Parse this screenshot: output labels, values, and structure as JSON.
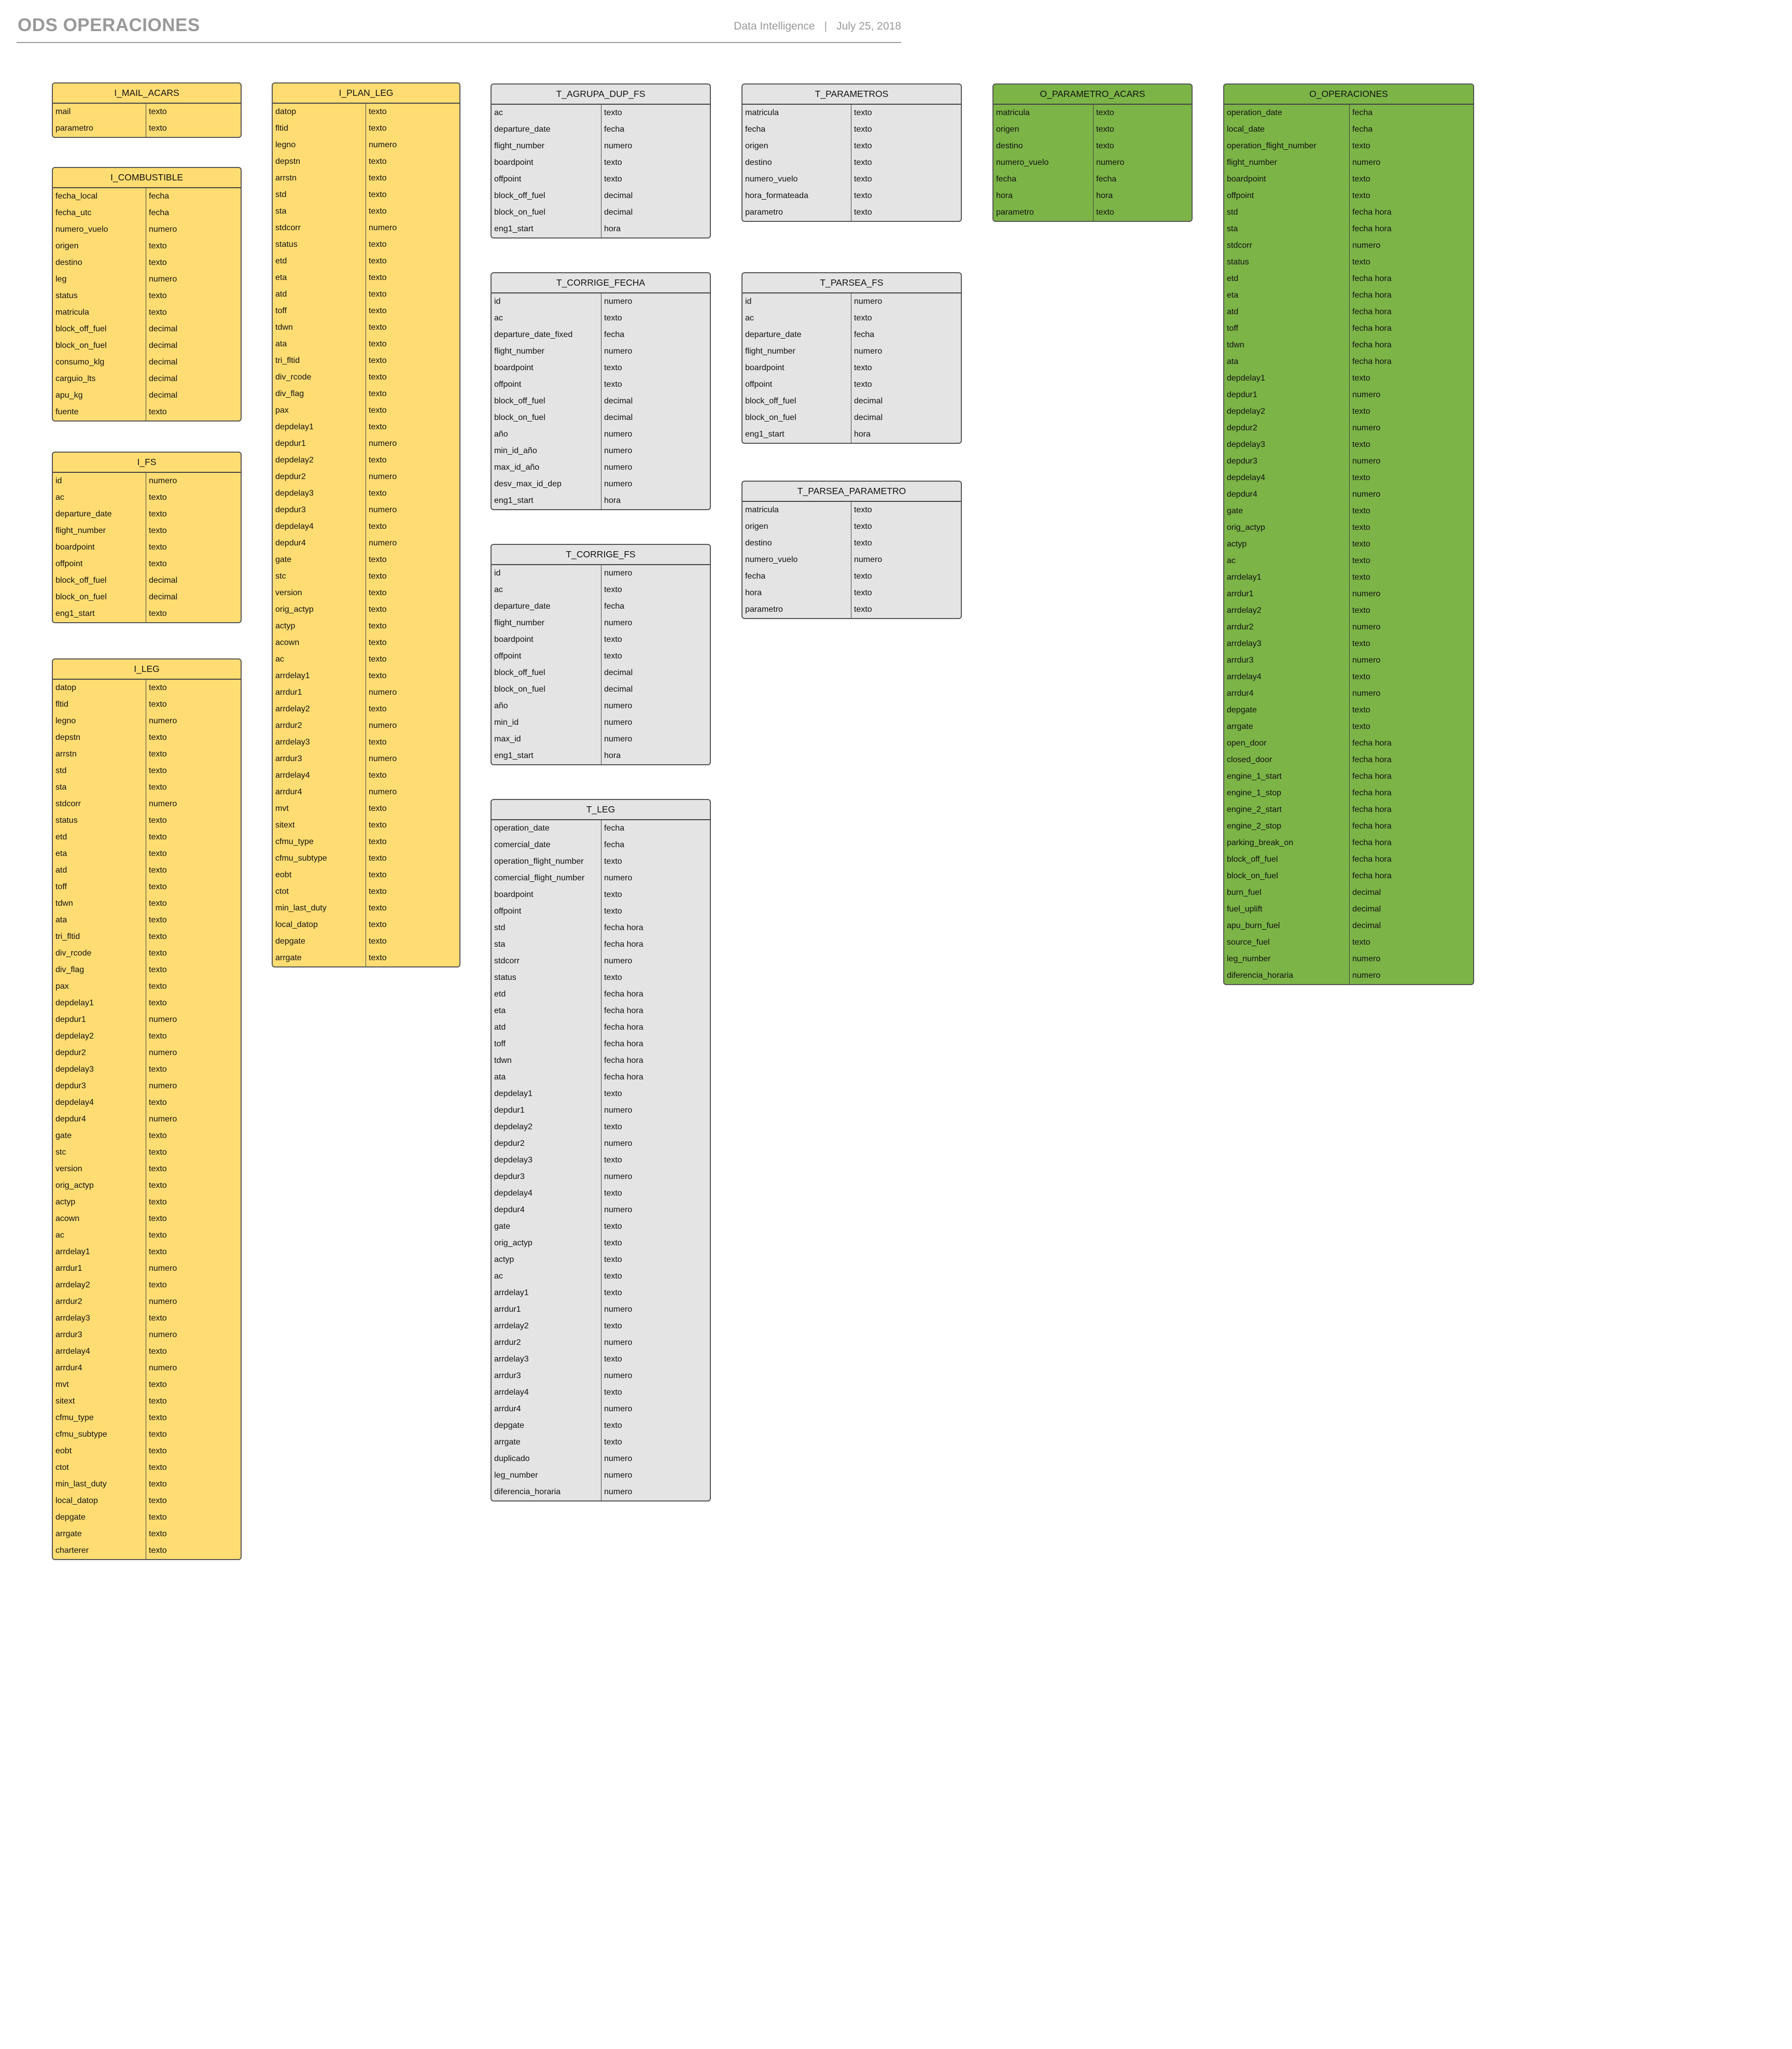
{
  "header": {
    "title": "ODS OPERACIONES",
    "author": "Data Intelligence",
    "date": "July 25, 2018"
  },
  "tables": {
    "I_MAIL_ACARS": {
      "title": "I_MAIL_ACARS",
      "rows": [
        [
          "mail",
          "texto"
        ],
        [
          "parametro",
          "texto"
        ]
      ]
    },
    "I_COMBUSTIBLE": {
      "title": "I_COMBUSTIBLE",
      "rows": [
        [
          "fecha_local",
          "fecha"
        ],
        [
          "fecha_utc",
          "fecha"
        ],
        [
          "numero_vuelo",
          "numero"
        ],
        [
          "origen",
          "texto"
        ],
        [
          "destino",
          "texto"
        ],
        [
          "leg",
          "numero"
        ],
        [
          "status",
          "texto"
        ],
        [
          "matricula",
          "texto"
        ],
        [
          "block_off_fuel",
          "decimal"
        ],
        [
          "block_on_fuel",
          "decimal"
        ],
        [
          "consumo_klg",
          "decimal"
        ],
        [
          "carguio_lts",
          "decimal"
        ],
        [
          "apu_kg",
          "decimal"
        ],
        [
          "fuente",
          "texto"
        ]
      ]
    },
    "I_FS": {
      "title": "I_FS",
      "rows": [
        [
          "id",
          "numero"
        ],
        [
          "ac",
          "texto"
        ],
        [
          "departure_date",
          "texto"
        ],
        [
          "flight_number",
          "texto"
        ],
        [
          "boardpoint",
          "texto"
        ],
        [
          "offpoint",
          "texto"
        ],
        [
          "block_off_fuel",
          "decimal"
        ],
        [
          "block_on_fuel",
          "decimal"
        ],
        [
          "eng1_start",
          "texto"
        ]
      ]
    },
    "I_LEG": {
      "title": "I_LEG",
      "rows": [
        [
          "datop",
          "texto"
        ],
        [
          "fltid",
          "texto"
        ],
        [
          "legno",
          "numero"
        ],
        [
          "depstn",
          "texto"
        ],
        [
          "arrstn",
          "texto"
        ],
        [
          "std",
          "texto"
        ],
        [
          "sta",
          "texto"
        ],
        [
          "stdcorr",
          "numero"
        ],
        [
          "status",
          "texto"
        ],
        [
          "etd",
          "texto"
        ],
        [
          "eta",
          "texto"
        ],
        [
          "atd",
          "texto"
        ],
        [
          "toff",
          "texto"
        ],
        [
          "tdwn",
          "texto"
        ],
        [
          "ata",
          "texto"
        ],
        [
          "tri_fltid",
          "texto"
        ],
        [
          "div_rcode",
          "texto"
        ],
        [
          "div_flag",
          "texto"
        ],
        [
          "pax",
          "texto"
        ],
        [
          "depdelay1",
          "texto"
        ],
        [
          "depdur1",
          "numero"
        ],
        [
          "depdelay2",
          "texto"
        ],
        [
          "depdur2",
          "numero"
        ],
        [
          "depdelay3",
          "texto"
        ],
        [
          "depdur3",
          "numero"
        ],
        [
          "depdelay4",
          "texto"
        ],
        [
          "depdur4",
          "numero"
        ],
        [
          "gate",
          "texto"
        ],
        [
          "stc",
          "texto"
        ],
        [
          "version",
          "texto"
        ],
        [
          "orig_actyp",
          "texto"
        ],
        [
          "actyp",
          "texto"
        ],
        [
          "acown",
          "texto"
        ],
        [
          "ac",
          "texto"
        ],
        [
          "arrdelay1",
          "texto"
        ],
        [
          "arrdur1",
          "numero"
        ],
        [
          "arrdelay2",
          "texto"
        ],
        [
          "arrdur2",
          "numero"
        ],
        [
          "arrdelay3",
          "texto"
        ],
        [
          "arrdur3",
          "numero"
        ],
        [
          "arrdelay4",
          "texto"
        ],
        [
          "arrdur4",
          "numero"
        ],
        [
          "mvt",
          "texto"
        ],
        [
          "sitext",
          "texto"
        ],
        [
          "cfmu_type",
          "texto"
        ],
        [
          "cfmu_subtype",
          "texto"
        ],
        [
          "eobt",
          "texto"
        ],
        [
          "ctot",
          "texto"
        ],
        [
          "min_last_duty",
          "texto"
        ],
        [
          "local_datop",
          "texto"
        ],
        [
          "depgate",
          "texto"
        ],
        [
          "arrgate",
          "texto"
        ],
        [
          "charterer",
          "texto"
        ]
      ]
    },
    "I_PLAN_LEG": {
      "title": "I_PLAN_LEG",
      "rows": [
        [
          "datop",
          "texto"
        ],
        [
          "fltid",
          "texto"
        ],
        [
          "legno",
          "numero"
        ],
        [
          "depstn",
          "texto"
        ],
        [
          "arrstn",
          "texto"
        ],
        [
          "std",
          "texto"
        ],
        [
          "sta",
          "texto"
        ],
        [
          "stdcorr",
          "numero"
        ],
        [
          "status",
          "texto"
        ],
        [
          "etd",
          "texto"
        ],
        [
          "eta",
          "texto"
        ],
        [
          "atd",
          "texto"
        ],
        [
          "toff",
          "texto"
        ],
        [
          "tdwn",
          "texto"
        ],
        [
          "ata",
          "texto"
        ],
        [
          "tri_fltid",
          "texto"
        ],
        [
          "div_rcode",
          "texto"
        ],
        [
          "div_flag",
          "texto"
        ],
        [
          "pax",
          "texto"
        ],
        [
          "depdelay1",
          "texto"
        ],
        [
          "depdur1",
          "numero"
        ],
        [
          "depdelay2",
          "texto"
        ],
        [
          "depdur2",
          "numero"
        ],
        [
          "depdelay3",
          "texto"
        ],
        [
          "depdur3",
          "numero"
        ],
        [
          "depdelay4",
          "texto"
        ],
        [
          "depdur4",
          "numero"
        ],
        [
          "gate",
          "texto"
        ],
        [
          "stc",
          "texto"
        ],
        [
          "version",
          "texto"
        ],
        [
          "orig_actyp",
          "texto"
        ],
        [
          "actyp",
          "texto"
        ],
        [
          "acown",
          "texto"
        ],
        [
          "ac",
          "texto"
        ],
        [
          "arrdelay1",
          "texto"
        ],
        [
          "arrdur1",
          "numero"
        ],
        [
          "arrdelay2",
          "texto"
        ],
        [
          "arrdur2",
          "numero"
        ],
        [
          "arrdelay3",
          "texto"
        ],
        [
          "arrdur3",
          "numero"
        ],
        [
          "arrdelay4",
          "texto"
        ],
        [
          "arrdur4",
          "numero"
        ],
        [
          "mvt",
          "texto"
        ],
        [
          "sitext",
          "texto"
        ],
        [
          "cfmu_type",
          "texto"
        ],
        [
          "cfmu_subtype",
          "texto"
        ],
        [
          "eobt",
          "texto"
        ],
        [
          "ctot",
          "texto"
        ],
        [
          "min_last_duty",
          "texto"
        ],
        [
          "local_datop",
          "texto"
        ],
        [
          "depgate",
          "texto"
        ],
        [
          "arrgate",
          "texto"
        ]
      ]
    },
    "T_AGRUPA_DUP_FS": {
      "title": "T_AGRUPA_DUP_FS",
      "rows": [
        [
          "ac",
          "texto"
        ],
        [
          "departure_date",
          "fecha"
        ],
        [
          "flight_number",
          "numero"
        ],
        [
          "boardpoint",
          "texto"
        ],
        [
          "offpoint",
          "texto"
        ],
        [
          "block_off_fuel",
          "decimal"
        ],
        [
          "block_on_fuel",
          "decimal"
        ],
        [
          "eng1_start",
          "hora"
        ]
      ]
    },
    "T_CORRIGE_FECHA": {
      "title": "T_CORRIGE_FECHA",
      "rows": [
        [
          "id",
          "numero"
        ],
        [
          "ac",
          "texto"
        ],
        [
          "departure_date_fixed",
          "fecha"
        ],
        [
          "flight_number",
          "numero"
        ],
        [
          "boardpoint",
          "texto"
        ],
        [
          "offpoint",
          "texto"
        ],
        [
          "block_off_fuel",
          "decimal"
        ],
        [
          "block_on_fuel",
          "decimal"
        ],
        [
          "año",
          "numero"
        ],
        [
          "min_id_año",
          "numero"
        ],
        [
          "max_id_año",
          "numero"
        ],
        [
          "desv_max_id_dep",
          "numero"
        ],
        [
          "eng1_start",
          "hora"
        ]
      ]
    },
    "T_CORRIGE_FS": {
      "title": "T_CORRIGE_FS",
      "rows": [
        [
          "id",
          "numero"
        ],
        [
          "ac",
          "texto"
        ],
        [
          "departure_date",
          "fecha"
        ],
        [
          "flight_number",
          "numero"
        ],
        [
          "boardpoint",
          "texto"
        ],
        [
          "offpoint",
          "texto"
        ],
        [
          "block_off_fuel",
          "decimal"
        ],
        [
          "block_on_fuel",
          "decimal"
        ],
        [
          "año",
          "numero"
        ],
        [
          "min_id",
          "numero"
        ],
        [
          "max_id",
          "numero"
        ],
        [
          "eng1_start",
          "hora"
        ]
      ]
    },
    "T_LEG": {
      "title": "T_LEG",
      "rows": [
        [
          "operation_date",
          "fecha"
        ],
        [
          "comercial_date",
          "fecha"
        ],
        [
          "operation_flight_number",
          "texto"
        ],
        [
          "comercial_flight_number",
          "numero"
        ],
        [
          "boardpoint",
          "texto"
        ],
        [
          "offpoint",
          "texto"
        ],
        [
          "std",
          "fecha hora"
        ],
        [
          "sta",
          "fecha hora"
        ],
        [
          "stdcorr",
          "numero"
        ],
        [
          "status",
          "texto"
        ],
        [
          "etd",
          "fecha hora"
        ],
        [
          "eta",
          "fecha hora"
        ],
        [
          "atd",
          "fecha hora"
        ],
        [
          "toff",
          "fecha hora"
        ],
        [
          "tdwn",
          "fecha hora"
        ],
        [
          "ata",
          "fecha hora"
        ],
        [
          "depdelay1",
          "texto"
        ],
        [
          "depdur1",
          "numero"
        ],
        [
          "depdelay2",
          "texto"
        ],
        [
          "depdur2",
          "numero"
        ],
        [
          "depdelay3",
          "texto"
        ],
        [
          "depdur3",
          "numero"
        ],
        [
          "depdelay4",
          "texto"
        ],
        [
          "depdur4",
          "numero"
        ],
        [
          "gate",
          "texto"
        ],
        [
          "orig_actyp",
          "texto"
        ],
        [
          "actyp",
          "texto"
        ],
        [
          "ac",
          "texto"
        ],
        [
          "arrdelay1",
          "texto"
        ],
        [
          "arrdur1",
          "numero"
        ],
        [
          "arrdelay2",
          "texto"
        ],
        [
          "arrdur2",
          "numero"
        ],
        [
          "arrdelay3",
          "texto"
        ],
        [
          "arrdur3",
          "numero"
        ],
        [
          "arrdelay4",
          "texto"
        ],
        [
          "arrdur4",
          "numero"
        ],
        [
          "depgate",
          "texto"
        ],
        [
          "arrgate",
          "texto"
        ],
        [
          "duplicado",
          "numero"
        ],
        [
          "leg_number",
          "numero"
        ],
        [
          "diferencia_horaria",
          "numero"
        ]
      ]
    },
    "T_PARAMETROS": {
      "title": "T_PARAMETROS",
      "rows": [
        [
          "matricula",
          "texto"
        ],
        [
          "fecha",
          "texto"
        ],
        [
          "origen",
          "texto"
        ],
        [
          "destino",
          "texto"
        ],
        [
          "numero_vuelo",
          "texto"
        ],
        [
          "hora_formateada",
          "texto"
        ],
        [
          "parametro",
          "texto"
        ]
      ]
    },
    "T_PARSEA_FS": {
      "title": "T_PARSEA_FS",
      "rows": [
        [
          "id",
          "numero"
        ],
        [
          "ac",
          "texto"
        ],
        [
          "departure_date",
          "fecha"
        ],
        [
          "flight_number",
          "numero"
        ],
        [
          "boardpoint",
          "texto"
        ],
        [
          "offpoint",
          "texto"
        ],
        [
          "block_off_fuel",
          "decimal"
        ],
        [
          "block_on_fuel",
          "decimal"
        ],
        [
          "eng1_start",
          "hora"
        ]
      ]
    },
    "T_PARSEA_PARAMETRO": {
      "title": "T_PARSEA_PARAMETRO",
      "rows": [
        [
          "matricula",
          "texto"
        ],
        [
          "origen",
          "texto"
        ],
        [
          "destino",
          "texto"
        ],
        [
          "numero_vuelo",
          "numero"
        ],
        [
          "fecha",
          "texto"
        ],
        [
          "hora",
          "texto"
        ],
        [
          "parametro",
          "texto"
        ]
      ]
    },
    "O_PARAMETRO_ACARS": {
      "title": "O_PARAMETRO_ACARS",
      "rows": [
        [
          "matricula",
          "texto"
        ],
        [
          "origen",
          "texto"
        ],
        [
          "destino",
          "texto"
        ],
        [
          "numero_vuelo",
          "numero"
        ],
        [
          "fecha",
          "fecha"
        ],
        [
          "hora",
          "hora"
        ],
        [
          "parametro",
          "texto"
        ]
      ]
    },
    "O_OPERACIONES": {
      "title": "O_OPERACIONES",
      "rows": [
        [
          "operation_date",
          "fecha"
        ],
        [
          "local_date",
          "fecha"
        ],
        [
          "operation_flight_number",
          "texto"
        ],
        [
          "flight_number",
          "numero"
        ],
        [
          "boardpoint",
          "texto"
        ],
        [
          "offpoint",
          "texto"
        ],
        [
          "std",
          "fecha hora"
        ],
        [
          "sta",
          "fecha hora"
        ],
        [
          "stdcorr",
          "numero"
        ],
        [
          "status",
          "texto"
        ],
        [
          "etd",
          "fecha hora"
        ],
        [
          "eta",
          "fecha hora"
        ],
        [
          "atd",
          "fecha hora"
        ],
        [
          "toff",
          "fecha hora"
        ],
        [
          "tdwn",
          "fecha hora"
        ],
        [
          "ata",
          "fecha hora"
        ],
        [
          "depdelay1",
          "texto"
        ],
        [
          "depdur1",
          "numero"
        ],
        [
          "depdelay2",
          "texto"
        ],
        [
          "depdur2",
          "numero"
        ],
        [
          "depdelay3",
          "texto"
        ],
        [
          "depdur3",
          "numero"
        ],
        [
          "depdelay4",
          "texto"
        ],
        [
          "depdur4",
          "numero"
        ],
        [
          "gate",
          "texto"
        ],
        [
          "orig_actyp",
          "texto"
        ],
        [
          "actyp",
          "texto"
        ],
        [
          "ac",
          "texto"
        ],
        [
          "arrdelay1",
          "texto"
        ],
        [
          "arrdur1",
          "numero"
        ],
        [
          "arrdelay2",
          "texto"
        ],
        [
          "arrdur2",
          "numero"
        ],
        [
          "arrdelay3",
          "texto"
        ],
        [
          "arrdur3",
          "numero"
        ],
        [
          "arrdelay4",
          "texto"
        ],
        [
          "arrdur4",
          "numero"
        ],
        [
          "depgate",
          "texto"
        ],
        [
          "arrgate",
          "texto"
        ],
        [
          "open_door",
          "fecha hora"
        ],
        [
          "closed_door",
          "fecha hora"
        ],
        [
          "engine_1_start",
          "fecha hora"
        ],
        [
          "engine_1_stop",
          "fecha hora"
        ],
        [
          "engine_2_start",
          "fecha hora"
        ],
        [
          "engine_2_stop",
          "fecha hora"
        ],
        [
          "parking_break_on",
          "fecha hora"
        ],
        [
          "block_off_fuel",
          "fecha hora"
        ],
        [
          "block_on_fuel",
          "fecha hora"
        ],
        [
          "burn_fuel",
          "decimal"
        ],
        [
          "fuel_uplift",
          "decimal"
        ],
        [
          "apu_burn_fuel",
          "decimal"
        ],
        [
          "source_fuel",
          "texto"
        ],
        [
          "leg_number",
          "numero"
        ],
        [
          "diferencia_horaria",
          "numero"
        ]
      ]
    }
  }
}
